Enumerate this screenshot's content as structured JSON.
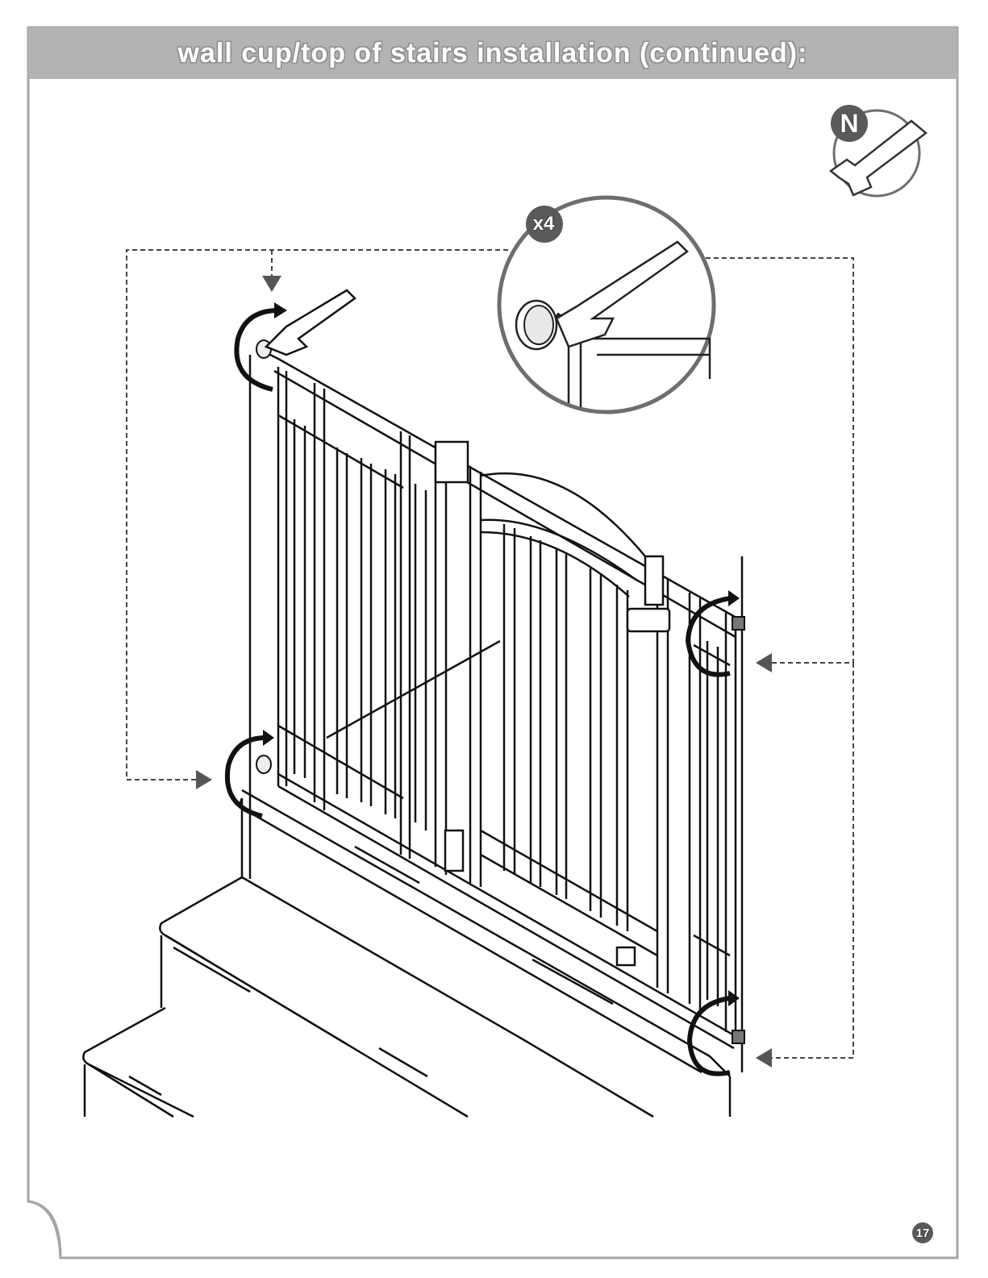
{
  "header": {
    "title": "wall cup/top of stairs installation (continued):"
  },
  "tool_badge": {
    "letter": "N",
    "icon": "wrench-icon"
  },
  "detail_callout": {
    "quantity": "x4",
    "icon": "wrench-on-spindle-icon"
  },
  "footer": {
    "page_number": "17"
  },
  "colors": {
    "header_bar": "#b3b3b3",
    "frame": "#9a9a9a",
    "badge": "#5a5a5a",
    "ink": "#1a1a1a"
  }
}
